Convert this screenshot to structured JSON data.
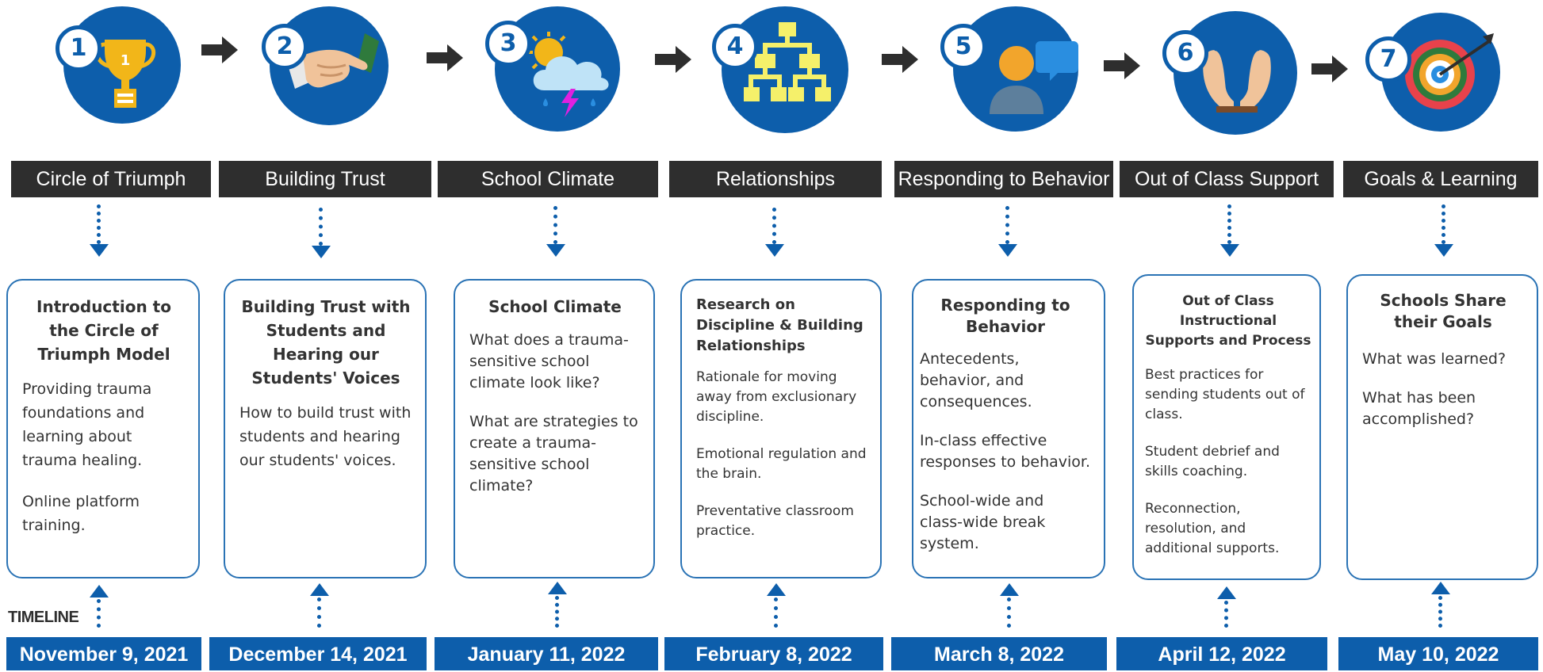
{
  "timeline_label": "TIMELINE",
  "colors": {
    "blue": "#0d5eab",
    "banner": "#2e2e2e",
    "card_border": "#2a73b5"
  },
  "steps": [
    {
      "number": "1",
      "icon": "trophy-icon",
      "banner": "Circle of Triumph",
      "title": "Introduction to the Circle of Triumph Model",
      "paragraphs": [
        "Providing trauma foundations and learning about trauma healing.",
        "Online platform training."
      ],
      "date": "November 9, 2021"
    },
    {
      "number": "2",
      "icon": "handshake-icon",
      "banner": "Building Trust",
      "title": "Building Trust with Students and Hearing our Students' Voices",
      "paragraphs": [
        "How to build trust with students and hearing our students' voices."
      ],
      "date": "December 14, 2021"
    },
    {
      "number": "3",
      "icon": "weather-icon",
      "banner": "School Climate",
      "title": "School Climate",
      "paragraphs": [
        "What does a trauma-sensitive school climate look like?",
        "What are strategies to create a trauma-sensitive school climate?"
      ],
      "date": "January 11, 2022"
    },
    {
      "number": "4",
      "icon": "hierarchy-icon",
      "banner": "Relationships",
      "title": "Research on Discipline & Building Relationships",
      "paragraphs": [
        "Rationale for moving away from exclusionary discipline.",
        "Emotional regulation and the brain.",
        "Preventative classroom practice."
      ],
      "date": "February 8, 2022"
    },
    {
      "number": "5",
      "icon": "person-speech-icon",
      "banner": "Responding to Behavior",
      "title": "Responding to Behavior",
      "paragraphs": [
        "Antecedents, behavior, and consequences.",
        "In-class effective responses to behavior.",
        "School-wide and class-wide break system."
      ],
      "date": "March 8, 2022"
    },
    {
      "number": "6",
      "icon": "open-hands-icon",
      "banner": "Out of Class Support",
      "title": "Out of Class Instructional Supports and Process",
      "paragraphs": [
        "Best practices for sending students out of class.",
        "Student debrief and skills coaching.",
        "Reconnection, resolution, and additional supports."
      ],
      "date": "April 12, 2022"
    },
    {
      "number": "7",
      "icon": "target-icon",
      "banner": "Goals & Learning",
      "title": "Schools Share their Goals",
      "paragraphs": [
        "What was learned?",
        "What has been accomplished?"
      ],
      "date": "May 10, 2022"
    }
  ]
}
